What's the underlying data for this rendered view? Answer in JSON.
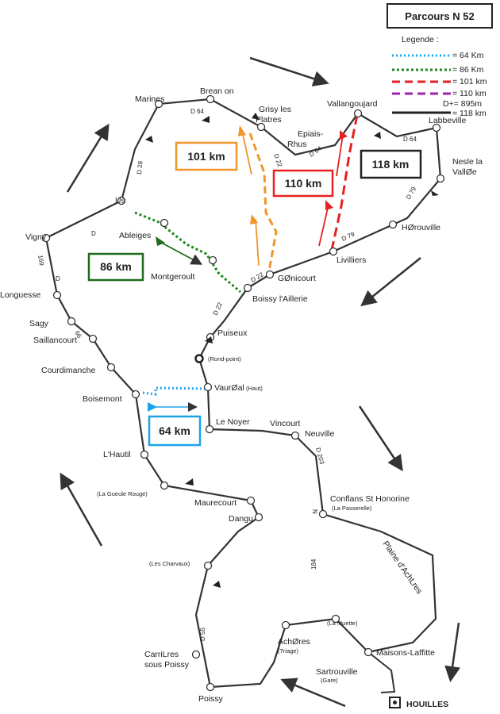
{
  "title": "Parcours N 52",
  "legend": {
    "heading": "Legende :",
    "items": [
      {
        "label": "= 64 Km",
        "color": "#1aa3e8",
        "style": "dotted"
      },
      {
        "label": "= 86 Km",
        "color": "#1e8a1e",
        "style": "dotted"
      },
      {
        "label": "= 101 km",
        "color": "#e82020",
        "style": "dashed"
      },
      {
        "label": "= 110 km",
        "color": "#a020b0",
        "style": "dashed"
      },
      {
        "label": "= 118 km",
        "color": "#222222",
        "style": "solid"
      }
    ],
    "elevation": "D+= 895m"
  },
  "distance_boxes": {
    "d101": {
      "text": "101 km",
      "color": "#f0962a"
    },
    "d110": {
      "text": "110 km",
      "color": "#e82020"
    },
    "d118": {
      "text": "118 km",
      "color": "#222222"
    },
    "d86": {
      "text": "86 km",
      "color": "#1e6b1e"
    },
    "d64": {
      "text": "64 km",
      "color": "#1aa3e8"
    }
  },
  "places": {
    "marines": "Marines",
    "brean": "Brean on",
    "grisy": "Grisy les\nPlatres",
    "epiais": "Epiais-\nRhus",
    "vallangoujard": "Vallangoujard",
    "labbeville": "Labbeville",
    "nesle": "Nesle la\nVallØe",
    "herouville": "HØrouville",
    "livilliers": "Livilliers",
    "genicourt": "GØnicourt",
    "boissy": "Boissy l'Aillerie",
    "us": "Us",
    "ableiges": "Ableiges",
    "montgeroult": "Montgeroult",
    "vigny": "Vigny",
    "longuesse": "Longuesse",
    "sagy": "Sagy",
    "saillancourt": "Saillancourt",
    "courdimanche": "Courdimanche",
    "puiseux": "Puiseux",
    "rondpoint": "(Rond-point)",
    "boisemont": "Boisemont",
    "vaureal": "VaurØal",
    "vaureal_haut": "(Haut)",
    "lenoyer": "Le Noyer",
    "vincourt": "Vincourt",
    "neuville": "Neuville",
    "hautil": "L'Hautil",
    "gueule": "(La Gueule Rouge)",
    "maurecourt": "Maurecourt",
    "dangu": "Dangu",
    "conflans": "Conflans St Honorine",
    "passerelle": "(La Passerelle)",
    "plaine": "Plaine d'AchLres",
    "charvaux": "(Les Charvaux)",
    "muette": "(La Muette)",
    "acheres": "AchØres",
    "triage": "(Triage)",
    "maisons": "Maisons-Laffitte",
    "carrieres": "CarriLres\nsous Poissy",
    "sartrouville": "Sartrouville",
    "gare": "(Gare)",
    "poissy": "Poissy",
    "houilles": "HOUILLES"
  },
  "roads": {
    "d64a": "D 64",
    "d64b": "D 64",
    "d64c": "D 64",
    "d22a": "D 22",
    "d22b": "D 22",
    "d22c": "D 22",
    "d79a": "D 79",
    "d79b": "D 79",
    "d28": "D 28",
    "d": "D",
    "r169": "169",
    "d2": "D",
    "r66": "66",
    "d203": "D 203",
    "n": "N",
    "r184": "184",
    "d55": "D 55"
  }
}
